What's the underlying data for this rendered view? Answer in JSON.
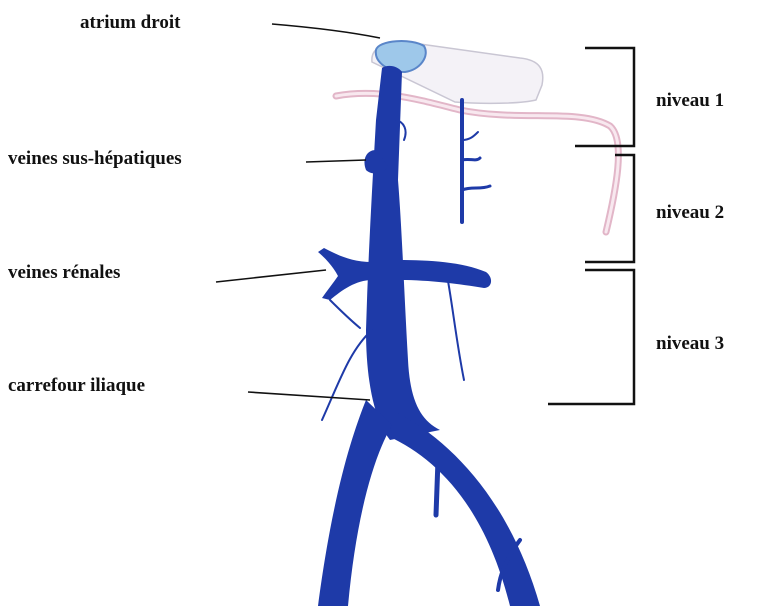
{
  "labels": {
    "atrium": "atrium droit",
    "sus_hepatiques": "veines sus-hépatiques",
    "renales": "veines rénales",
    "iliaque": "carrefour iliaque"
  },
  "levels": {
    "n1": "niveau 1",
    "n2": "niveau 2",
    "n3": "niveau 3"
  },
  "colors": {
    "vein": "#1e3aa8",
    "liver": "#f4f2f7",
    "diaphragm": "#e9bfd0",
    "atrium": "#9ec8ea"
  }
}
